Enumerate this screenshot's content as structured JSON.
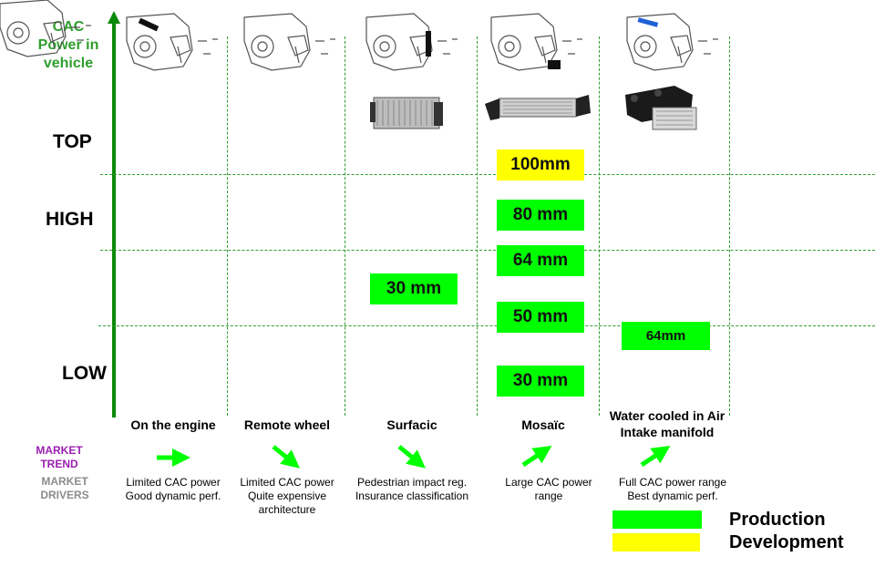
{
  "y_axis": {
    "title_lines": [
      "CAC",
      "Power in",
      "vehicle"
    ]
  },
  "levels": {
    "top": "TOP",
    "high": "HIGH",
    "low": "LOW"
  },
  "categories": [
    {
      "label": "On the engine",
      "drivers": [
        "Limited CAC power",
        "Good dynamic perf."
      ],
      "trend": "flat"
    },
    {
      "label": "Remote wheel",
      "drivers": [
        "Limited CAC power",
        "Quite expensive",
        "architecture"
      ],
      "trend": "down"
    },
    {
      "label": "Surfacic",
      "drivers": [
        "Pedestrian impact reg.",
        "Insurance classification"
      ],
      "trend": "down"
    },
    {
      "label": "Mosaïc",
      "drivers": [
        "Large CAC power",
        "range"
      ],
      "trend": "up"
    },
    {
      "label_lines": [
        "Water cooled in Air",
        "Intake manifold"
      ],
      "drivers": [
        "Full CAC power range",
        "Best dynamic perf."
      ],
      "trend": "up"
    }
  ],
  "boxes": [
    {
      "text": "30 mm",
      "status": "production",
      "column": "Surfacic"
    },
    {
      "text": "100mm",
      "status": "development",
      "column": "Mosaïc"
    },
    {
      "text": "80 mm",
      "status": "production",
      "column": "Mosaïc"
    },
    {
      "text": "64 mm",
      "status": "production",
      "column": "Mosaïc"
    },
    {
      "text": "50 mm",
      "status": "production",
      "column": "Mosaïc"
    },
    {
      "text": "30 mm",
      "status": "production",
      "column": "Mosaïc"
    },
    {
      "text": "64mm",
      "status": "production",
      "column": "Water cooled in Air Intake manifold"
    }
  ],
  "row_labels": {
    "trend": [
      "MARKET",
      "TREND"
    ],
    "drivers": [
      "MARKET",
      "DRIVERS"
    ]
  },
  "legend": {
    "production": "Production",
    "development": "Development"
  },
  "colors": {
    "production": "#00ff00",
    "development": "#ffff00",
    "axis": "#0a8a0a",
    "trend_label": "#9b1fb0",
    "drivers_label": "#8c8c8c"
  }
}
